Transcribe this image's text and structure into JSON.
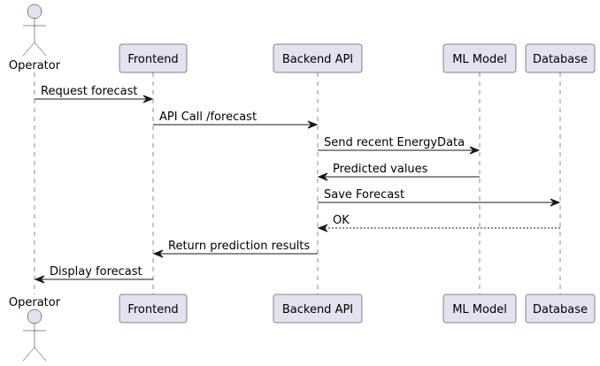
{
  "colors": {
    "participant_fill": "#e2e2f0",
    "participant_stroke": "#181818",
    "lifeline": "#181818",
    "arrow": "#181818"
  },
  "participants": [
    {
      "id": "operator",
      "label": "Operator",
      "kind": "actor"
    },
    {
      "id": "frontend",
      "label": "Frontend",
      "kind": "participant"
    },
    {
      "id": "backend",
      "label": "Backend API",
      "kind": "participant"
    },
    {
      "id": "ml",
      "label": "ML Model",
      "kind": "participant"
    },
    {
      "id": "db",
      "label": "Database",
      "kind": "participant"
    }
  ],
  "messages": [
    {
      "from": "operator",
      "to": "frontend",
      "label": "Request forecast",
      "style": "solid"
    },
    {
      "from": "frontend",
      "to": "backend",
      "label": "API Call /forecast",
      "style": "solid"
    },
    {
      "from": "backend",
      "to": "ml",
      "label": "Send recent EnergyData",
      "style": "solid"
    },
    {
      "from": "ml",
      "to": "backend",
      "label": "Predicted values",
      "style": "solid"
    },
    {
      "from": "backend",
      "to": "db",
      "label": "Save Forecast",
      "style": "solid"
    },
    {
      "from": "db",
      "to": "backend",
      "label": "OK",
      "style": "dashed"
    },
    {
      "from": "backend",
      "to": "frontend",
      "label": "Return prediction results",
      "style": "solid"
    },
    {
      "from": "frontend",
      "to": "operator",
      "label": "Display forecast",
      "style": "solid"
    }
  ]
}
